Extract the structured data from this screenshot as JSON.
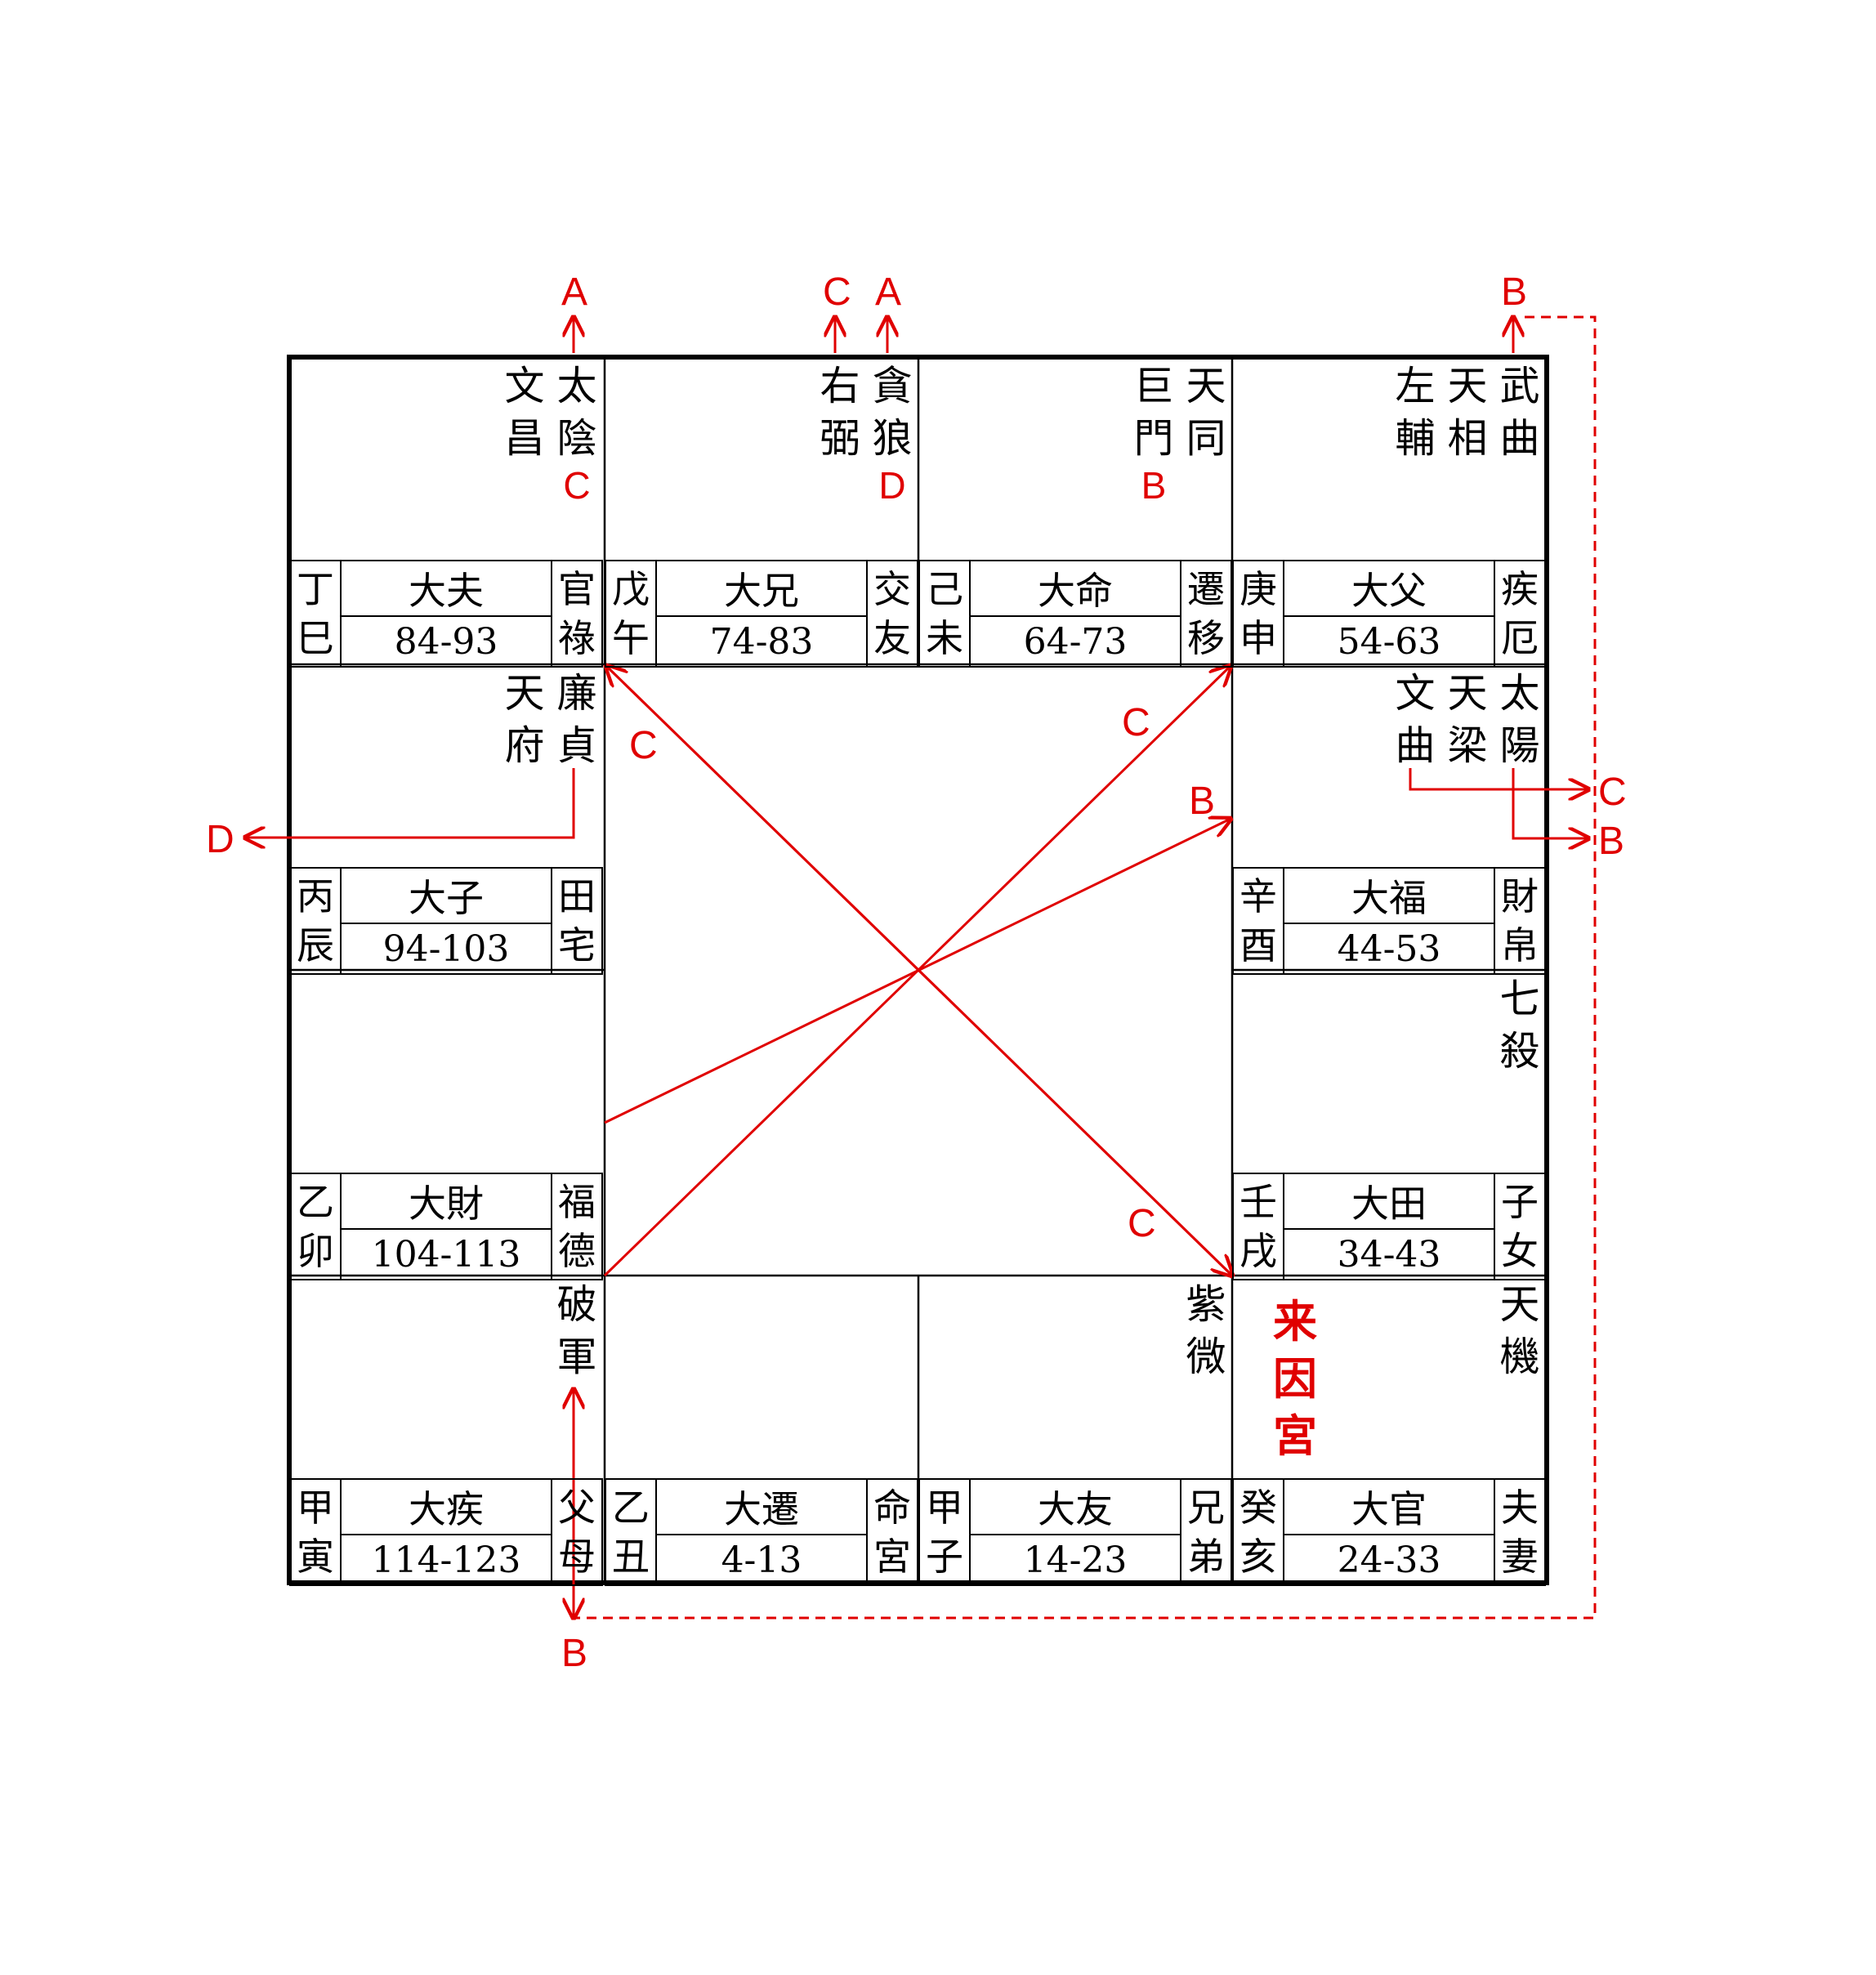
{
  "palaces": [
    {
      "id": "si",
      "stem_branch": "丁\n巳",
      "decade_palace": "大夫",
      "age_range": "84-93",
      "palace": "官\n祿",
      "stars": [
        {
          "text": "太\n陰",
          "mutagen": "C"
        },
        {
          "text": "文\n昌",
          "mutagen": ""
        }
      ]
    },
    {
      "id": "wu",
      "stem_branch": "戊\n午",
      "decade_palace": "大兄",
      "age_range": "74-83",
      "palace": "交\n友",
      "stars": [
        {
          "text": "貪\n狼",
          "mutagen": "D"
        },
        {
          "text": "右\n弼",
          "mutagen": ""
        }
      ]
    },
    {
      "id": "wei",
      "stem_branch": "己\n未",
      "decade_palace": "大命",
      "age_range": "64-73",
      "palace": "遷\n移",
      "stars": [
        {
          "text": "天\n同",
          "mutagen": ""
        },
        {
          "text": "巨\n門",
          "mutagen": "B"
        }
      ]
    },
    {
      "id": "shen",
      "stem_branch": "庚\n申",
      "decade_palace": "大父",
      "age_range": "54-63",
      "palace": "疾\n厄",
      "stars": [
        {
          "text": "武\n曲",
          "mutagen": ""
        },
        {
          "text": "天\n相",
          "mutagen": ""
        },
        {
          "text": "左\n輔",
          "mutagen": ""
        }
      ]
    },
    {
      "id": "chen",
      "stem_branch": "丙\n辰",
      "decade_palace": "大子",
      "age_range": "94-103",
      "palace": "田\n宅",
      "stars": [
        {
          "text": "廉\n貞",
          "mutagen": ""
        },
        {
          "text": "天\n府",
          "mutagen": ""
        }
      ]
    },
    {
      "id": "you",
      "stem_branch": "辛\n酉",
      "decade_palace": "大福",
      "age_range": "44-53",
      "palace": "財\n帛",
      "stars": [
        {
          "text": "太\n陽",
          "mutagen": ""
        },
        {
          "text": "天\n梁",
          "mutagen": ""
        },
        {
          "text": "文\n曲",
          "mutagen": ""
        }
      ]
    },
    {
      "id": "mao",
      "stem_branch": "乙\n卯",
      "decade_palace": "大財",
      "age_range": "104-113",
      "palace": "福\n德",
      "stars": []
    },
    {
      "id": "xu",
      "stem_branch": "壬\n戌",
      "decade_palace": "大田",
      "age_range": "34-43",
      "palace": "子\n女",
      "stars": [
        {
          "text": "七\n殺",
          "mutagen": ""
        }
      ]
    },
    {
      "id": "yin",
      "stem_branch": "甲\n寅",
      "decade_palace": "大疾",
      "age_range": "114-123",
      "palace": "父\n母",
      "stars": [
        {
          "text": "破\n軍",
          "mutagen": ""
        }
      ]
    },
    {
      "id": "chou",
      "stem_branch": "乙\n丑",
      "decade_palace": "大遷",
      "age_range": "4-13",
      "palace": "命\n宮",
      "stars": []
    },
    {
      "id": "zi",
      "stem_branch": "甲\n子",
      "decade_palace": "大友",
      "age_range": "14-23",
      "palace": "兄\n弟",
      "stars": [
        {
          "text": "紫\n微",
          "mutagen": ""
        }
      ]
    },
    {
      "id": "hai",
      "stem_branch": "癸\n亥",
      "decade_palace": "大官",
      "age_range": "24-33",
      "palace": "夫\n妻",
      "stars": [
        {
          "text": "天\n機",
          "mutagen": ""
        }
      ]
    }
  ],
  "laiyin_label": "来\n因\n宮",
  "arrow_labels": {
    "top_taiyin": "A",
    "top_youbi": "C",
    "top_tanlang": "A",
    "top_wuqu": "B",
    "left_lianzhen": "D",
    "right_wenqu": "C",
    "right_taiyang": "B",
    "bottom_pojun": "B",
    "diag_chen": "C",
    "diag_shen": "C",
    "diag_you": "B",
    "diag_hai": "C"
  },
  "colors": {
    "border": "#000000",
    "accent": "#e00000"
  }
}
